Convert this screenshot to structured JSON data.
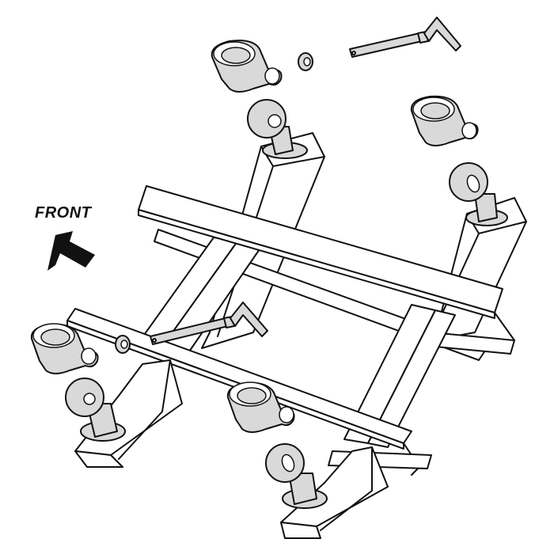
{
  "diagram": {
    "label_front": "FRONT",
    "arrow_direction": "up-left",
    "colors": {
      "line": "#111111",
      "part_fill": "#d9d9d9",
      "frame_fill": "#ffffff",
      "background": "#ffffff"
    },
    "parts": [
      {
        "id": "frame",
        "name": "Steel frame (cross-members and legs)"
      },
      {
        "id": "socket-top-left",
        "name": "Ball socket coupling (top left, exploded)"
      },
      {
        "id": "washer-top",
        "name": "Washer (top)"
      },
      {
        "id": "pin-top",
        "name": "Locking pin with handle (top)"
      },
      {
        "id": "socket-top-right",
        "name": "Ball socket coupling (top right, exploded)"
      },
      {
        "id": "ball-top-left",
        "name": "Tow ball (top left leg)"
      },
      {
        "id": "ball-top-right",
        "name": "Tow ball (top right leg)"
      },
      {
        "id": "socket-bottom-left",
        "name": "Ball socket coupling (bottom left)"
      },
      {
        "id": "washer-bottom",
        "name": "Washer (bottom)"
      },
      {
        "id": "pin-bottom",
        "name": "Locking pin with handle (bottom)"
      },
      {
        "id": "ball-bottom-left",
        "name": "Tow ball (bottom left leg)"
      },
      {
        "id": "socket-bottom-center",
        "name": "Ball socket coupling (bottom center)"
      },
      {
        "id": "ball-bottom-center",
        "name": "Tow ball (bottom center leg)"
      }
    ]
  }
}
